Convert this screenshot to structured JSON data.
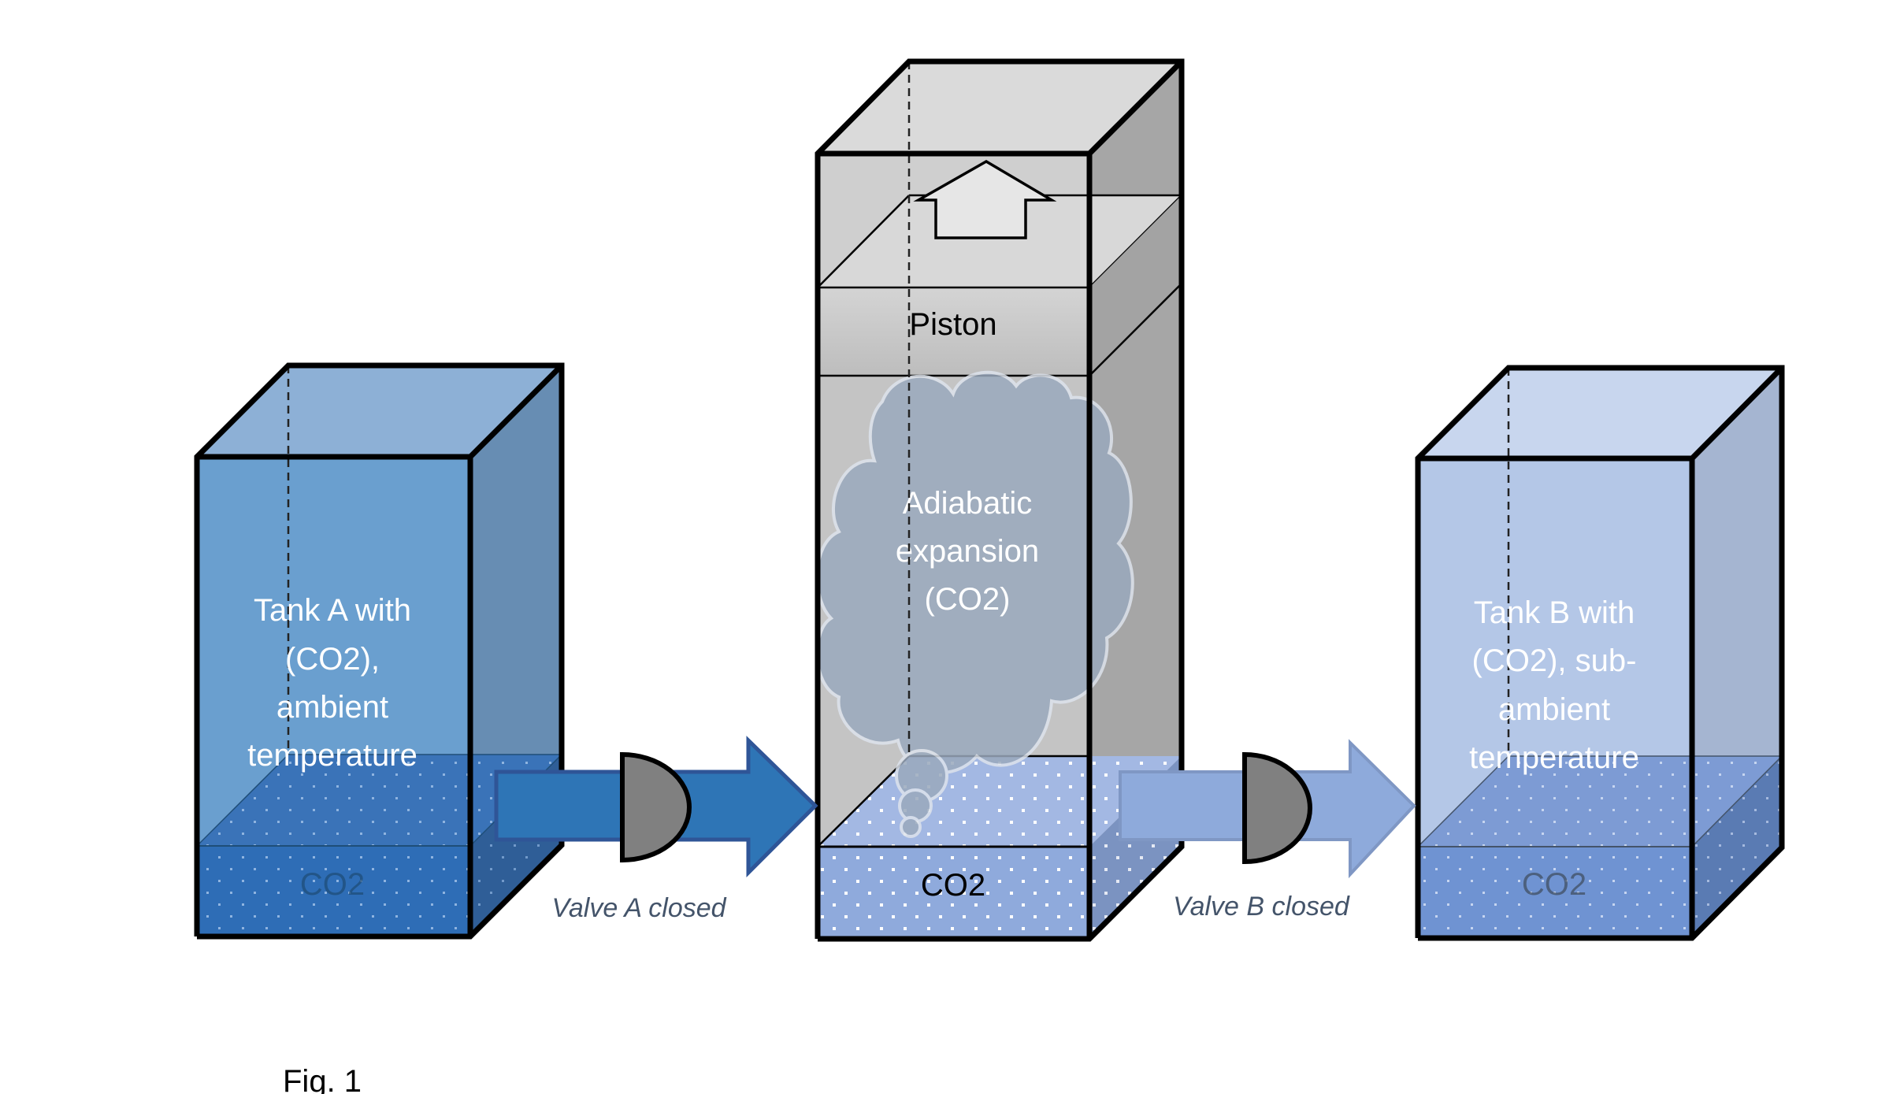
{
  "figure": {
    "caption": "Fig. 1",
    "colors": {
      "tank_a_front": "#6a9fcf",
      "tank_a_top": "#8db0d6",
      "tank_a_side": "#678db3",
      "tank_a_liquid": "#2e6db6",
      "tank_a_liquid_side": "#2f5e97",
      "cylinder_front": "#c4c4c4",
      "cylinder_top": "#dadada",
      "cylinder_side": "#a6a6a6",
      "cylinder_liquid": "#8faadc",
      "cloud_fill": "#9aa9bd",
      "cloud_stroke": "#dde3ec",
      "tank_b_front": "#b4c7e7",
      "tank_b_top": "#c8d6ee",
      "tank_b_side": "#a5b5d1",
      "tank_b_liquid": "#6f93d2",
      "arrow_a": "#2e75b6",
      "arrow_a_stroke": "#2f5597",
      "arrow_b": "#8eaadb",
      "arrow_b_stroke": "#7f97c4",
      "valve_fill": "#808080"
    }
  },
  "tank_a": {
    "label_lines": [
      "Tank A with",
      "(CO2),",
      "ambient",
      "temperature"
    ],
    "liquid_label": "CO2"
  },
  "cylinder": {
    "piston_label": "Piston",
    "cloud_label_lines": [
      "Adiabatic",
      "expansion",
      "(CO2)"
    ],
    "liquid_label": "CO2",
    "direction_arrow": "up-arrow"
  },
  "tank_b": {
    "label_lines": [
      "Tank B with",
      "(CO2), sub-",
      "ambient",
      "temperature"
    ],
    "liquid_label": "CO2"
  },
  "valve_a": {
    "label": "Valve A closed",
    "state": "closed"
  },
  "valve_b": {
    "label": "Valve B closed",
    "state": "closed"
  }
}
